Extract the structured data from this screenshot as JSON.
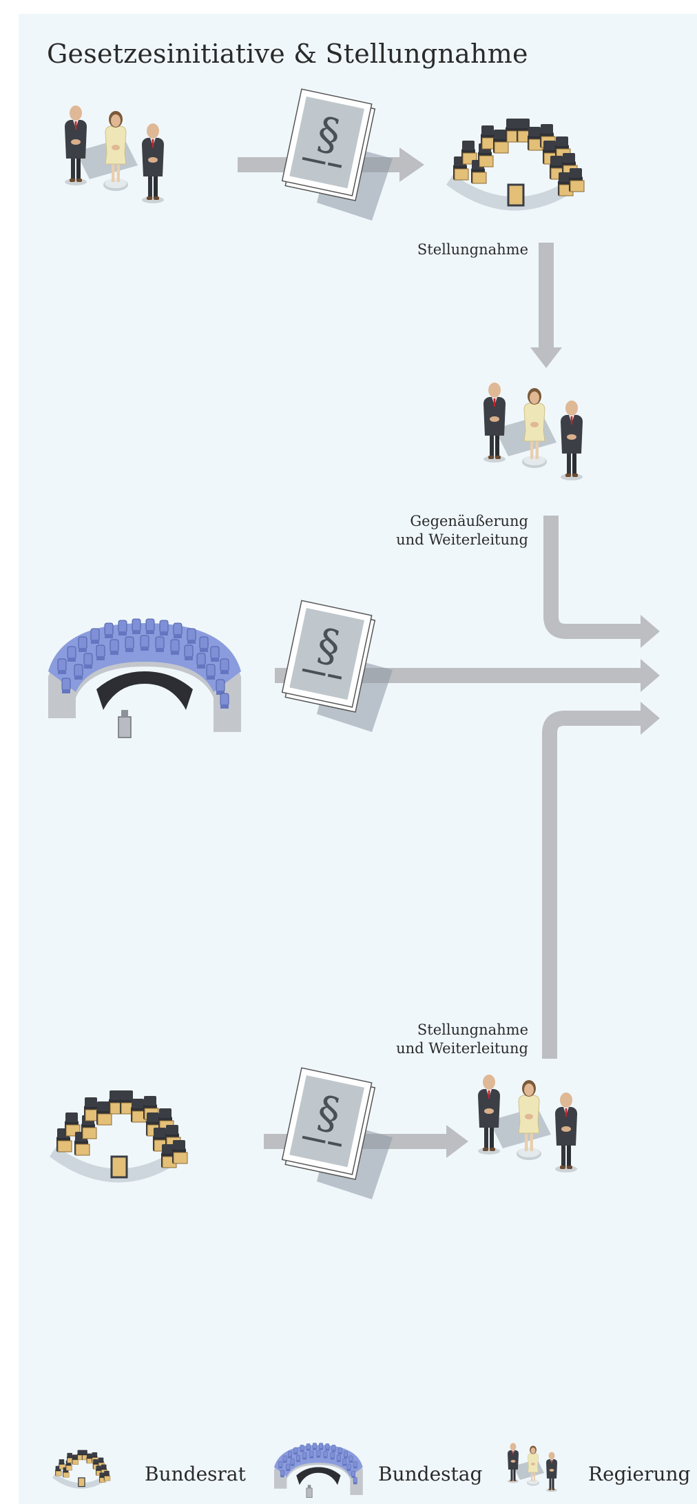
{
  "title": "Gesetzesinitiative & Stellungnahme",
  "labels": {
    "stellungnahme_top": "Stellungnahme",
    "gegenaeusserung_line1": "Gegenäußerung",
    "gegenaeusserung_line2": "und Weiterleitung",
    "stellungnahme_bottom_line1": "Stellungnahme",
    "stellungnahme_bottom_line2": "und Weiterleitung"
  },
  "legend": {
    "bundesrat": "Bundesrat",
    "bundestag": "Bundestag",
    "regierung": "Regierung"
  },
  "document_symbol": "§",
  "colors": {
    "background_panel": "#f0f7fb",
    "arrow": "#bdbec2",
    "bundesrat_seat": "#e6c27a",
    "bundestag_seat": "#7f90d6",
    "suit": "#3a3d44",
    "document": "#c5ccd0"
  }
}
